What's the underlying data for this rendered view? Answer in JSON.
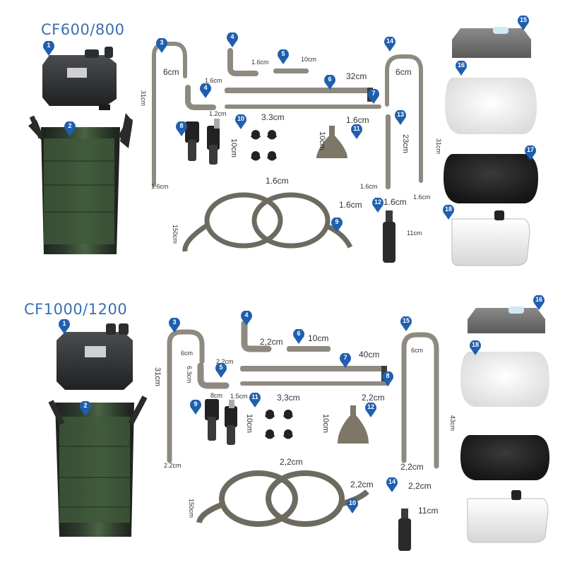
{
  "sections": [
    {
      "title": "CF600/800",
      "badges": [
        "1",
        "2",
        "3",
        "4",
        "4",
        "5",
        "6",
        "7",
        "8",
        "9",
        "10",
        "11",
        "12",
        "13",
        "14",
        "15",
        "16",
        "17",
        "18"
      ],
      "dims": {
        "outlet_tube_height": "31cm",
        "outlet_bend": "6cm",
        "elbow_small": "1.6cm",
        "short_tube": "10cm",
        "pipe_long": "32cm",
        "pipe_diam_a": "1.6cm",
        "pipe_short": "3.3cm",
        "pipe_diam_b": "1.6cm",
        "pipe_diam_c": "1.2cm",
        "valve_size": "10cm",
        "suction_cup_size": "1.6cm",
        "funnel_height": "10cm",
        "intake_tube": "23cm",
        "intake_bend": "6cm",
        "intake_height": "31cm",
        "tube_diam_left": "1.6cm",
        "tube_diam_mid": "1.6cm",
        "tube_diam_right": "1.6cm",
        "tube_diam_d": "1.6cm",
        "hose_length": "150cm",
        "hose_diam": "1.6cm",
        "strainer_height": "11cm"
      }
    },
    {
      "title": "CF1000/1200",
      "badges": [
        "1",
        "2",
        "3",
        "4",
        "5",
        "6",
        "7",
        "8",
        "9",
        "10",
        "11",
        "12",
        "14",
        "15",
        "16",
        "18"
      ],
      "dims": {
        "outlet_tube_height": "31cm",
        "outlet_bend": "6cm",
        "elbow_small": "2,2cm",
        "elbow_a": "2.2cm",
        "elbow_bend": "6.3cm",
        "elbow_b": "8cm",
        "short_tube": "10cm",
        "pipe_long": "40cm",
        "pipe_diam_a": "1.5cm",
        "pipe_short": "3,3cm",
        "pipe_diam_b": "2,2cm",
        "valve_size": "10cm",
        "funnel_height": "10cm",
        "intake_bend": "6cm",
        "intake_height": "43cm",
        "tube_diam_left": "2.2cm",
        "tube_diam_mid": "2,2cm",
        "tube_diam_right": "2,2cm",
        "hose_diam_top": "2,2cm",
        "hose_length": "150cm",
        "hose_diam": "2,2cm",
        "strainer_height": "11cm"
      }
    }
  ],
  "colors": {
    "title": "#3a6fb0",
    "badge": "#1f5fae",
    "tube": "#8e8a80",
    "hose": "#6d6a60",
    "canister_green": "#3f5a3a",
    "canister_dark": "#2a2c2a",
    "sponge_white": "#f4f4f4",
    "sponge_black": "#2c2c2c",
    "tray": "#6e6e6e"
  }
}
